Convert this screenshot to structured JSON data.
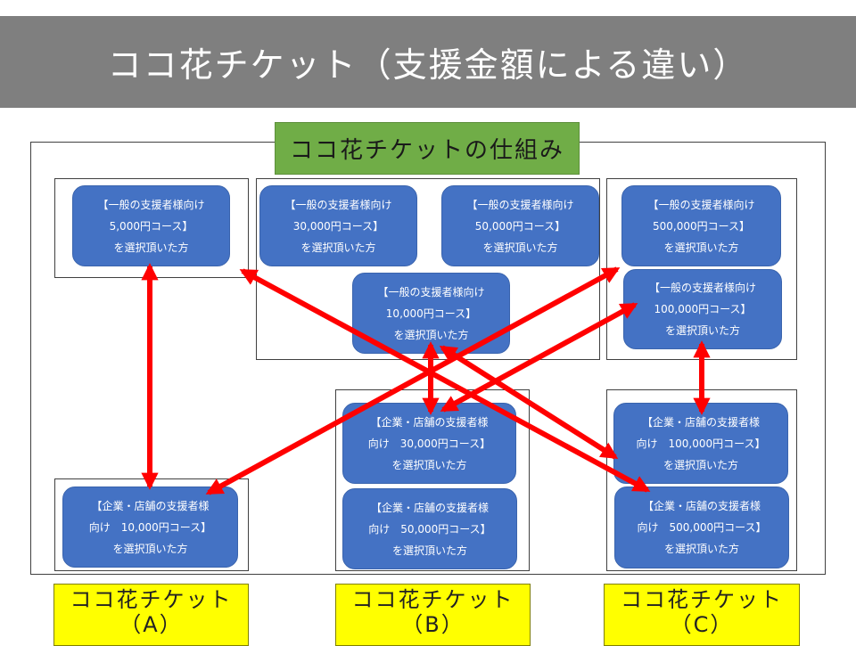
{
  "title": "ココ花チケット（支援金額による違い）",
  "frame_label": "ココ花チケットの仕組み",
  "colors": {
    "title_bg": "#7f7f7f",
    "frame_label_bg": "#70ad47",
    "course_bg": "#4472c4",
    "ticket_bg": "#ffff00",
    "arrow": "#ff0000"
  },
  "courses": {
    "general_5000": {
      "line1": "【一般の支援者様向け",
      "line2": "5,000円コース】",
      "line3": "を選択頂いた方"
    },
    "general_30000": {
      "line1": "【一般の支援者様向け",
      "line2": "30,000円コース】",
      "line3": "を選択頂いた方"
    },
    "general_50000": {
      "line1": "【一般の支援者様向け",
      "line2": "50,000円コース】",
      "line3": "を選択頂いた方"
    },
    "general_10000": {
      "line1": "【一般の支援者様向け",
      "line2": "10,000円コース】",
      "line3": "を選択頂いた方"
    },
    "general_500000": {
      "line1": "【一般の支援者様向け",
      "line2": "500,000円コース】",
      "line3": "を選択頂いた方"
    },
    "general_100000": {
      "line1": "【一般の支援者様向け",
      "line2": "100,000円コース】",
      "line3": "を選択頂いた方"
    },
    "business_10000": {
      "line1": "【企業・店舗の支援者様",
      "line2": "向け　10,000円コース】",
      "line3": "を選択頂いた方"
    },
    "business_30000": {
      "line1": "【企業・店舗の支援者様",
      "line2": "向け　30,000円コース】",
      "line3": "を選択頂いた方"
    },
    "business_50000": {
      "line1": "【企業・店舗の支援者様",
      "line2": "向け　50,000円コース】",
      "line3": "を選択頂いた方"
    },
    "business_100000": {
      "line1": "【企業・店舗の支援者様",
      "line2": "向け　100,000円コース】",
      "line3": "を選択頂いた方"
    },
    "business_500000": {
      "line1": "【企業・店舗の支援者様",
      "line2": "向け　500,000円コース】",
      "line3": "を選択頂いた方"
    }
  },
  "tickets": {
    "a": {
      "line1": "ココ花チケット",
      "line2": "（A）"
    },
    "b": {
      "line1": "ココ花チケット",
      "line2": "（B）"
    },
    "c": {
      "line1": "ココ花チケット",
      "line2": "（C）"
    }
  },
  "arrows": [
    {
      "from": "general_5000",
      "to": "business_10000",
      "type": "double"
    },
    {
      "from": "general_10000",
      "to": "business_30000",
      "type": "double"
    },
    {
      "from": "general_100000",
      "to": "business_100000",
      "type": "double"
    },
    {
      "from": "general_5000",
      "to": "business_500000",
      "type": "double"
    },
    {
      "from": "general_500000",
      "to": "business_10000",
      "type": "double"
    },
    {
      "from": "general_100000",
      "to": "business_30000",
      "type": "double"
    },
    {
      "from": "general_10000",
      "to": "business_100000",
      "type": "double"
    }
  ]
}
